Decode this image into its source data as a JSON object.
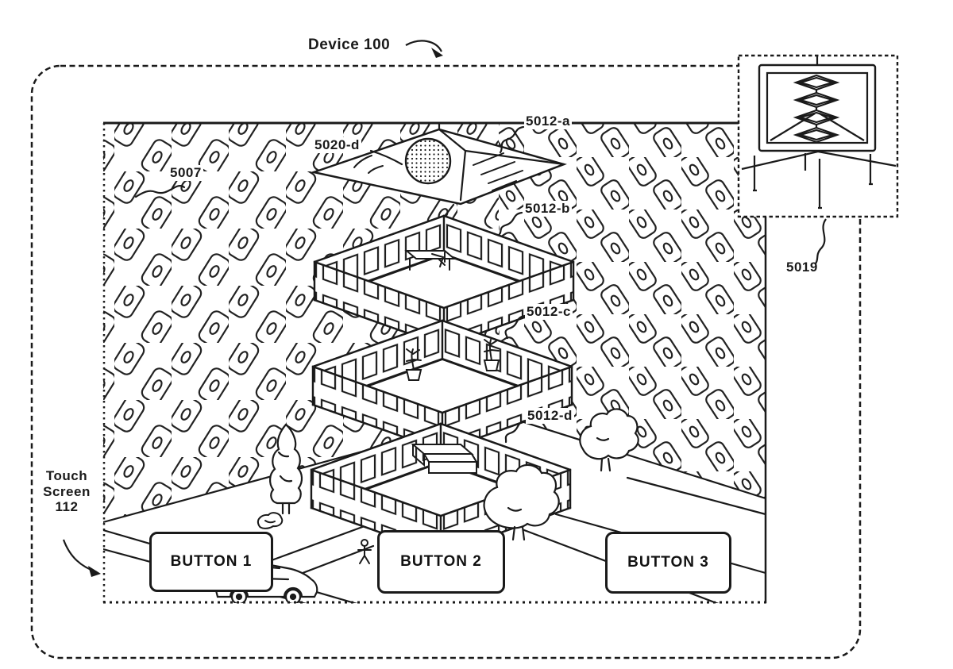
{
  "figure_labels": {
    "device": "Device 100",
    "touch_screen": [
      "Touch",
      "Screen",
      "112"
    ],
    "wallpaper_ref": "5007",
    "roof_ref": "5012-a",
    "skylight_ref": "5020-d",
    "floor1_ref": "5012-b",
    "floor2_ref": "5012-c",
    "floor3_ref": "5012-d",
    "inset_ref": "5019"
  },
  "buttons": [
    {
      "label": "BUTTON 1"
    },
    {
      "label": "BUTTON 2"
    },
    {
      "label": "BUTTON 3"
    }
  ],
  "colors": {
    "ink": "#1a1a1a",
    "paper": "#ffffff"
  }
}
